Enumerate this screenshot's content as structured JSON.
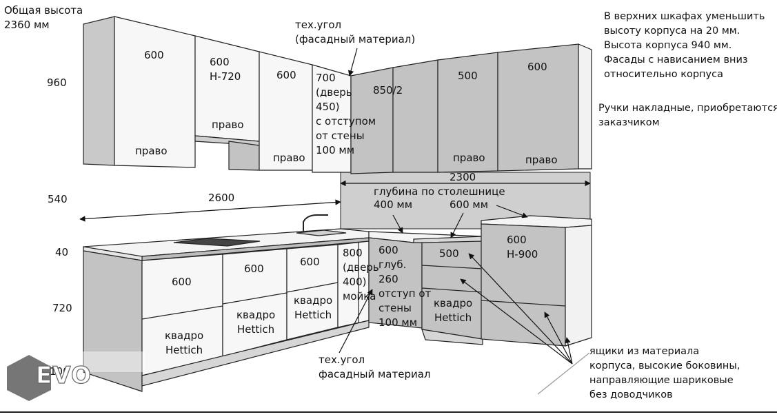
{
  "colors": {
    "cabinet_fill": "#c3c3c3",
    "cabinet_light": "#f7f7f7",
    "outline": "#222222",
    "wall": "#cfcfcf"
  },
  "heights": {
    "total": "Общая высота\n2360 мм",
    "upper": "960",
    "backsplash": "540",
    "countertop": "40",
    "lower": "720",
    "plinth": "100"
  },
  "dimensions": {
    "left_run": "2600",
    "right_run": "2300",
    "depth_title": "глубина по столешнице",
    "depth_left": "400 мм",
    "depth_right": "600 мм"
  },
  "upper_cabinets": [
    {
      "id": "u1",
      "text": "600"
    },
    {
      "id": "u1_side",
      "text": "право"
    },
    {
      "id": "u2",
      "text": "600\nН-720"
    },
    {
      "id": "u2_side",
      "text": "право"
    },
    {
      "id": "u3",
      "text": "600"
    },
    {
      "id": "u3_side",
      "text": "право"
    },
    {
      "id": "u4",
      "text": "700\n(дверь\n450)\nс отступом\nот стены\n100 мм"
    },
    {
      "id": "u5",
      "text": "850/2"
    },
    {
      "id": "u6",
      "text": "500"
    },
    {
      "id": "u6_side",
      "text": "право"
    },
    {
      "id": "u7",
      "text": "600"
    },
    {
      "id": "u7_side",
      "text": "право"
    }
  ],
  "lower_cabinets": [
    {
      "id": "l1",
      "text": "600"
    },
    {
      "id": "l1_drawer",
      "text": "квадро\nHettich"
    },
    {
      "id": "l2",
      "text": "600"
    },
    {
      "id": "l2_drawer",
      "text": "квадро\nHettich"
    },
    {
      "id": "l3",
      "text": "600"
    },
    {
      "id": "l3_drawer",
      "text": "квадро\nHettich"
    },
    {
      "id": "l4",
      "text": "800\n(дверь\n400)\nмойка"
    },
    {
      "id": "l5",
      "text": "600\nглуб.\n260\nотступ от\nстены\n100 мм"
    },
    {
      "id": "l6",
      "text": "500"
    },
    {
      "id": "l6_drawer",
      "text": "квадро\nHettich"
    },
    {
      "id": "l7",
      "text": "600\nН-900"
    }
  ],
  "notes": {
    "tech_corner_top": "тех.угол\n(фасадный материал)",
    "tech_corner_bottom": "тех.угол\nфасадный материал",
    "upper_note": "В верхних шкафах уменьшить\nвысоту корпуса на 20 мм.\nВысота корпуса 940 мм.\nФасады с нависанием вниз\nотносительно корпуса",
    "handles_note": "Ручки накладные, приобретаются\nзаказчиком",
    "drawers_note": "ящики из материала\nкорпуса, высокие боковины,\nнаправляющие шариковые\nбез доводчиков"
  },
  "logo": {
    "text": "EVO"
  }
}
